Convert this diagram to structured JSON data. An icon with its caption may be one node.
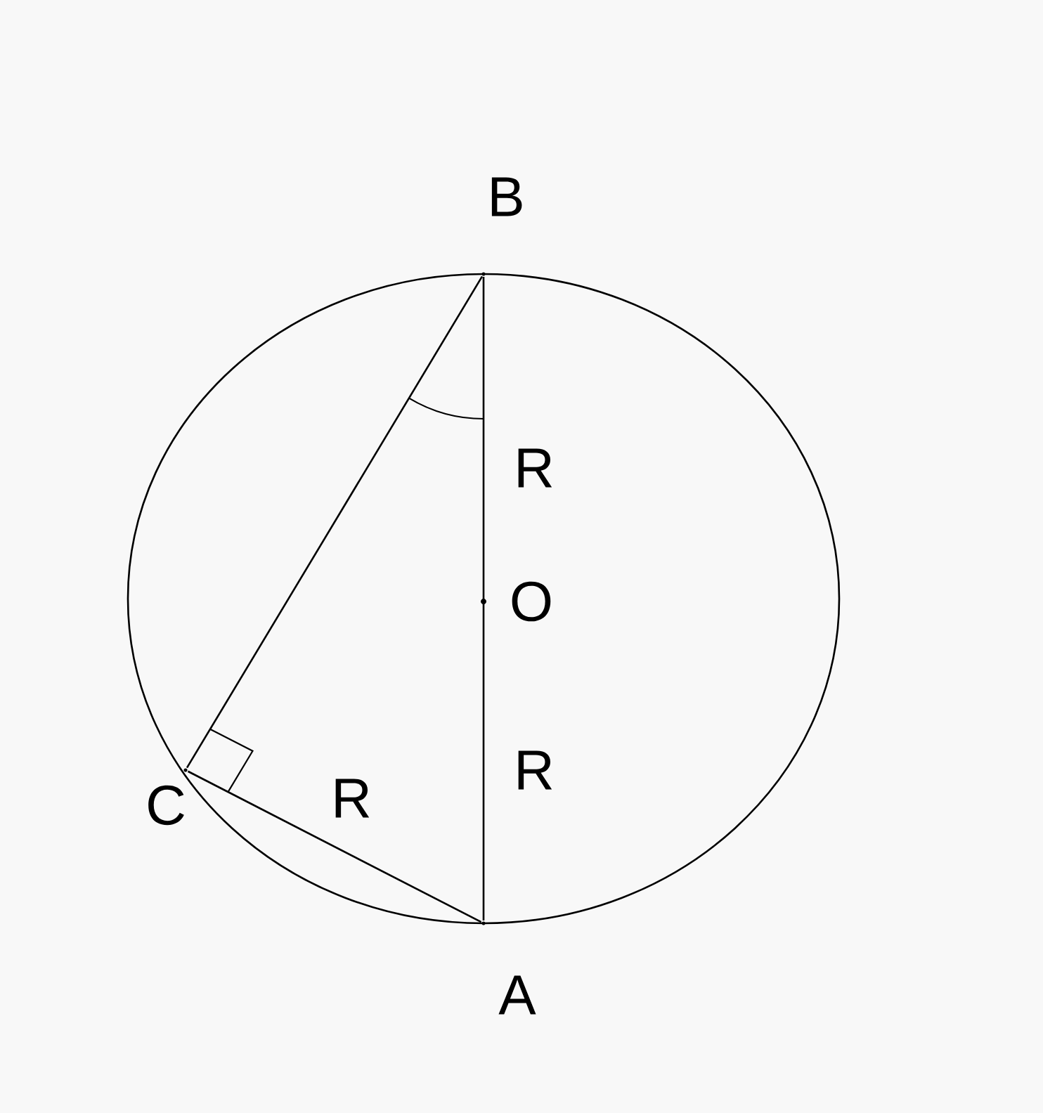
{
  "diagram": {
    "nodes": [
      {
        "text": [],
        "shape": "point",
        "beside": [
          "B"
        ]
      },
      {
        "text": [],
        "shape": "dot",
        "beside": [
          "O"
        ]
      },
      {
        "text": [],
        "shape": "point",
        "beside": [
          "A"
        ]
      },
      {
        "text": [],
        "shape": "point",
        "beside": [
          "C"
        ]
      }
    ],
    "edges": [
      {
        "from": 0,
        "to": 2,
        "arrow": "none"
      },
      {
        "from": 0,
        "to": 3,
        "arrow": "none"
      },
      {
        "from": 3,
        "to": 2,
        "arrow": "none"
      }
    ],
    "labels": [
      "R",
      "R",
      "R"
    ]
  }
}
